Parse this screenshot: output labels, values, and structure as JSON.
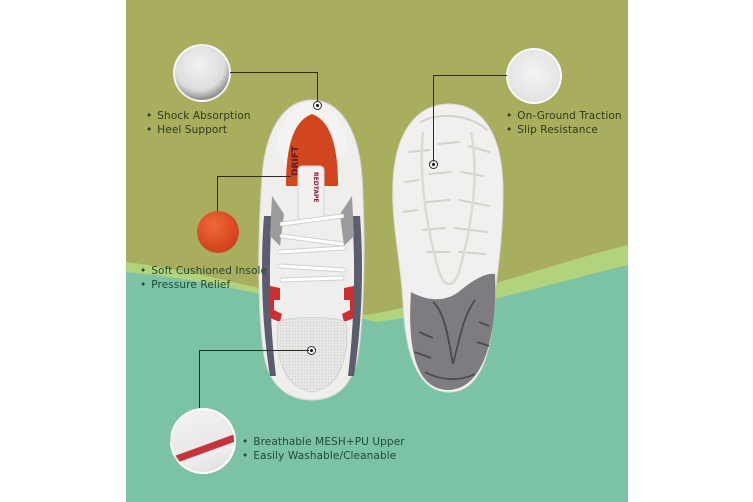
{
  "colors": {
    "page_background": "#ffffff",
    "olive": "#a9ad5e",
    "light_green_band": "#b3d27c",
    "teal": "#7cc3a6",
    "upper_text": "#2f3a1c",
    "lower_text": "#1f4a33",
    "callout_line": "#2c2c22",
    "shoe_white": "#eceae8",
    "insole_red": "#d2461f",
    "accent_red": "#c9302f",
    "sole_gray": "#7e7c80"
  },
  "features": {
    "heel": {
      "icon": "heel-closeup-icon",
      "items": [
        "Shock Absorption",
        "Heel Support"
      ]
    },
    "traction": {
      "icon": "outsole-closeup-icon",
      "items": [
        "On-Ground Traction",
        "Slip Resistance"
      ]
    },
    "insole": {
      "icon": "insole-closeup-icon",
      "items": [
        "Soft Cushioned Insole",
        "Pressure Relief"
      ]
    },
    "upper": {
      "icon": "mesh-upper-closeup-icon",
      "items": [
        "Breathable MESH+PU Upper",
        "Easily Washable/Cleanable"
      ]
    }
  },
  "product": {
    "brand_tongue_label": "REDTAPE",
    "insole_label": "DRIFT",
    "views": [
      "top-view-shoe",
      "outsole-view-shoe"
    ]
  }
}
